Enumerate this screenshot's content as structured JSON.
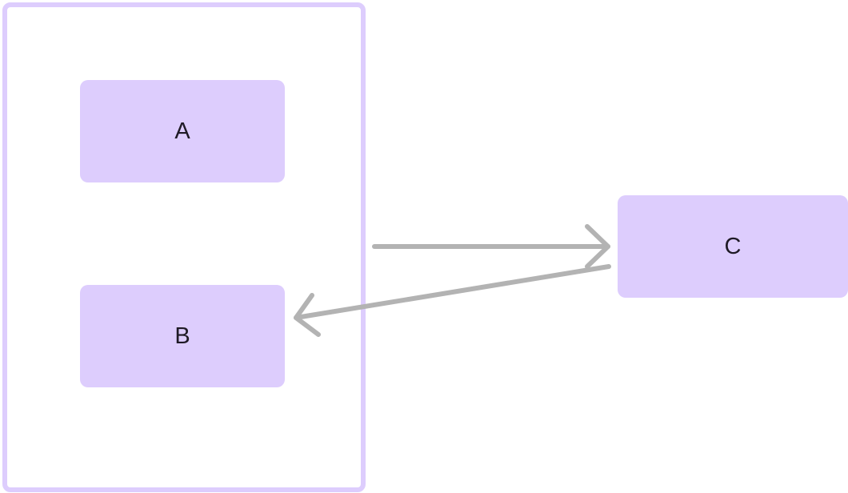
{
  "diagram": {
    "nodes": [
      {
        "id": "a",
        "label": "A"
      },
      {
        "id": "b",
        "label": "B"
      },
      {
        "id": "c",
        "label": "C"
      }
    ],
    "groups": [
      {
        "id": "group-1",
        "contains": [
          "a",
          "b"
        ]
      }
    ],
    "edges": [
      {
        "from": "group-1",
        "to": "c"
      },
      {
        "from": "c",
        "to": "b"
      }
    ]
  },
  "colors": {
    "node_fill": "#ddcdfd",
    "group_border": "#ddcdfd",
    "edge": "#b3b3b3",
    "text": "#1f1a26",
    "background": "#ffffff"
  }
}
